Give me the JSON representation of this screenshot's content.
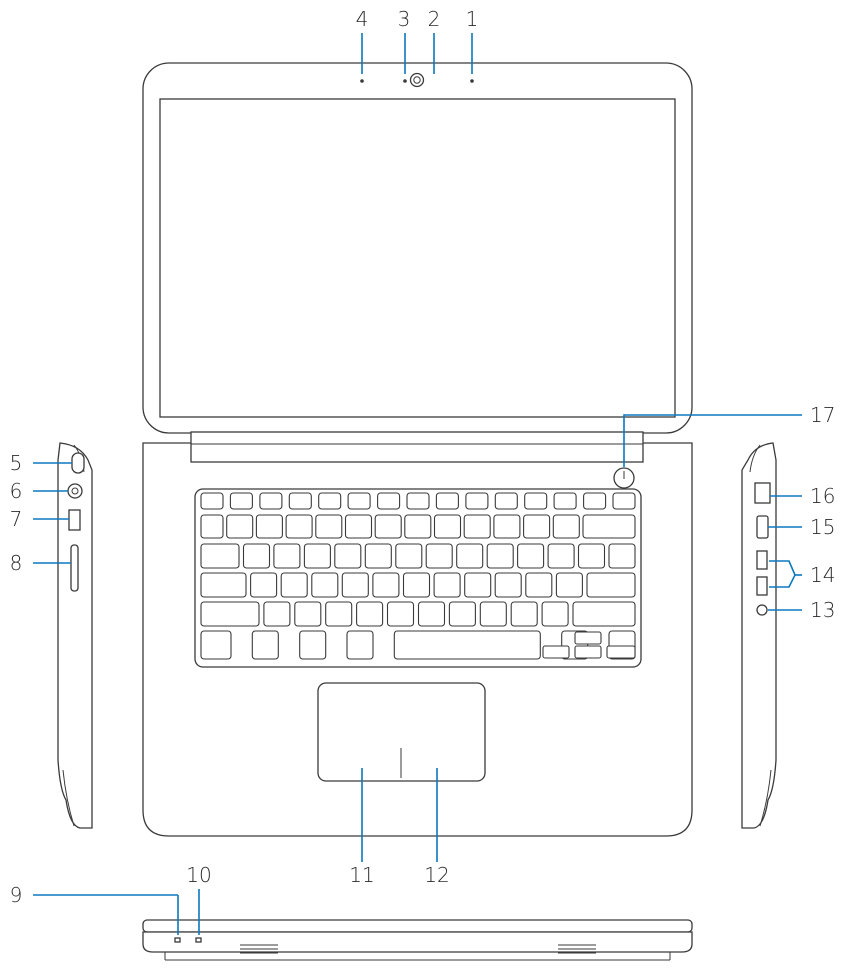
{
  "callouts": [
    {
      "id": 1,
      "label": "1"
    },
    {
      "id": 2,
      "label": "2"
    },
    {
      "id": 3,
      "label": "3"
    },
    {
      "id": 4,
      "label": "4"
    },
    {
      "id": 5,
      "label": "5"
    },
    {
      "id": 6,
      "label": "6"
    },
    {
      "id": 7,
      "label": "7"
    },
    {
      "id": 8,
      "label": "8"
    },
    {
      "id": 9,
      "label": "9"
    },
    {
      "id": 10,
      "label": "10"
    },
    {
      "id": 11,
      "label": "11"
    },
    {
      "id": 12,
      "label": "12"
    },
    {
      "id": 13,
      "label": "13"
    },
    {
      "id": 14,
      "label": "14"
    },
    {
      "id": 15,
      "label": "15"
    },
    {
      "id": 16,
      "label": "16"
    },
    {
      "id": 17,
      "label": "17"
    }
  ],
  "colors": {
    "leader_line": "#0b78c0",
    "outline": "#3a3a3a",
    "background": "#ffffff"
  }
}
